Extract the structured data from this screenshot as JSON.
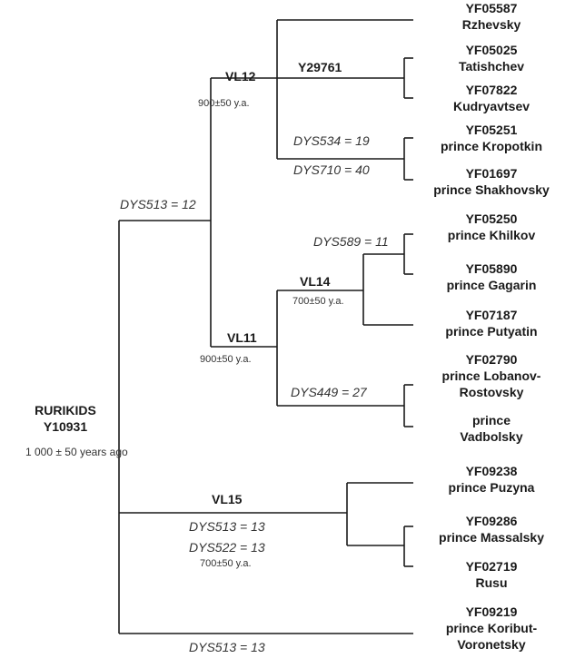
{
  "root": {
    "name": "RURIKIDS",
    "haplogroup": "Y10931",
    "age": "1 000 ± 50 years ago"
  },
  "clades": {
    "vl12": {
      "name": "VL12",
      "age": "900±50 y.a."
    },
    "y29761": {
      "name": "Y29761"
    },
    "vl11": {
      "name": "VL11",
      "age": "900±50 y.a."
    },
    "vl14": {
      "name": "VL14",
      "age": "700±50 y.a."
    },
    "vl15": {
      "name": "VL15",
      "age": "700±50 y.a."
    }
  },
  "mutations": {
    "dys513_12": "DYS513 = 12",
    "dys534_19": "DYS534 = 19",
    "dys710_40": "DYS710 = 40",
    "dys589_11": "DYS589 = 11",
    "dys449_27": "DYS449 = 27",
    "dys513_13_vl15": "DYS513 = 13",
    "dys522_13": "DYS522 = 13",
    "dys513_13_last": "DYS513 = 13"
  },
  "leaves": [
    {
      "id": "YF05587",
      "name": "Rzhevsky"
    },
    {
      "id": "YF05025",
      "name": "Tatishchev"
    },
    {
      "id": "YF07822",
      "name": "Kudryavtsev"
    },
    {
      "id": "YF05251",
      "name": "prince Kropotkin"
    },
    {
      "id": "YF01697",
      "name": "prince Shakhovsky"
    },
    {
      "id": "YF05250",
      "name": "prince Khilkov"
    },
    {
      "id": "YF05890",
      "name": "prince Gagarin"
    },
    {
      "id": "YF07187",
      "name": "prince Putyatin"
    },
    {
      "id": "YF02790",
      "name": "prince Lobanov-",
      "name2": "Rostovsky"
    },
    {
      "id": "",
      "name": "prince",
      "name2": "Vadbolsky"
    },
    {
      "id": "YF09238",
      "name": "prince Puzyna"
    },
    {
      "id": "YF09286",
      "name": "prince Massalsky"
    },
    {
      "id": "YF02719",
      "name": "Rusu"
    },
    {
      "id": "YF09219",
      "name": "prince Koribut-",
      "name2": "Voronetsky"
    }
  ],
  "colors": {
    "line": "#1a1a1a",
    "text": "#1a1a1a"
  }
}
